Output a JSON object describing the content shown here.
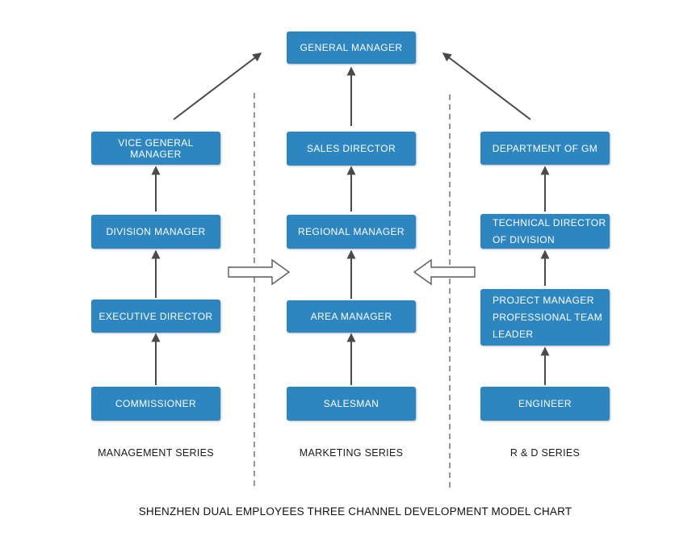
{
  "diagram": {
    "caption": "SHENZHEN DUAL EMPLOYEES THREE CHANNEL DEVELOPMENT MODEL CHART",
    "colors": {
      "box_fill": "#2d86c0",
      "box_text": "#ffffff",
      "arrow": "#4a4a4a",
      "divider": "#5f5f5f",
      "label_text": "#1a1a1a"
    },
    "nodes": {
      "general_manager": "GENERAL MANAGER",
      "vice_general_manager": "VICE GENERAL MANAGER",
      "division_manager": "DIVISION MANAGER",
      "executive_director": "EXECUTIVE DIRECTOR",
      "commissioner": "COMMISSIONER",
      "sales_director": "SALES DIRECTOR",
      "regional_manager": "REGIONAL MANAGER",
      "area_manager": "AREA MANAGER",
      "salesman": "SALESMAN",
      "department_of_gm": "DEPARTMENT OF GM",
      "technical_director_of_division": "TECHNICAL DIRECTOR\nOF DIVISION",
      "project_manager_professional_team_leader": "PROJECT MANAGER\nPROFESSIONAL TEAM\nLEADER",
      "engineer": "ENGINEER"
    },
    "series_labels": {
      "management": "MANAGEMENT SERIES",
      "marketing": "MARKETING SERIES",
      "rnd": "R & D SERIES"
    }
  }
}
